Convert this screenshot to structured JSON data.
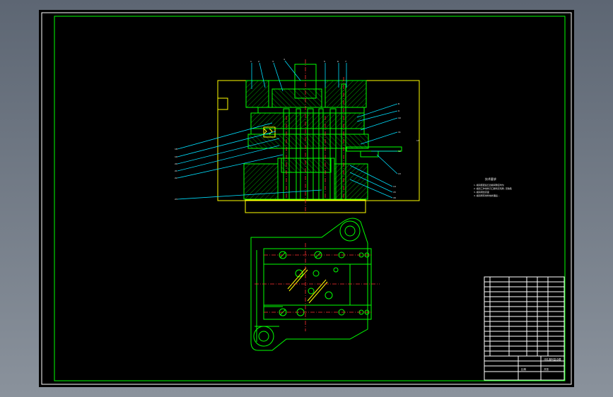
{
  "drawing": {
    "background": "#000000",
    "frame_color": "#00ff00",
    "part_color": "#ffff00",
    "leader_color": "#00e0ff",
    "centerline_color": "#ff3030",
    "annotation_color": "#ffffff",
    "tech_notes_title": "技术要求",
    "tech_notes": [
      "1. 模具装配后凸凹模间隙应均匀",
      "2. 模具工作零件刃口锋利无毛刺, 无缺陷",
      "3. 模具闭合高度",
      "4. 模具所有零件热处理后..."
    ],
    "balloons_top": [
      "1",
      "2",
      "3",
      "4",
      "5",
      "6",
      "7"
    ],
    "balloons_right": [
      "8",
      "9",
      "10",
      "11",
      "12",
      "13",
      "14",
      "15",
      "16",
      "17"
    ],
    "balloons_left": [
      "18",
      "19",
      "20",
      "21",
      "22",
      "23"
    ],
    "title_block": {
      "drawing_name": "冲孔落料复合模",
      "label_scale": "比例",
      "label_sheet": "共张"
    }
  }
}
